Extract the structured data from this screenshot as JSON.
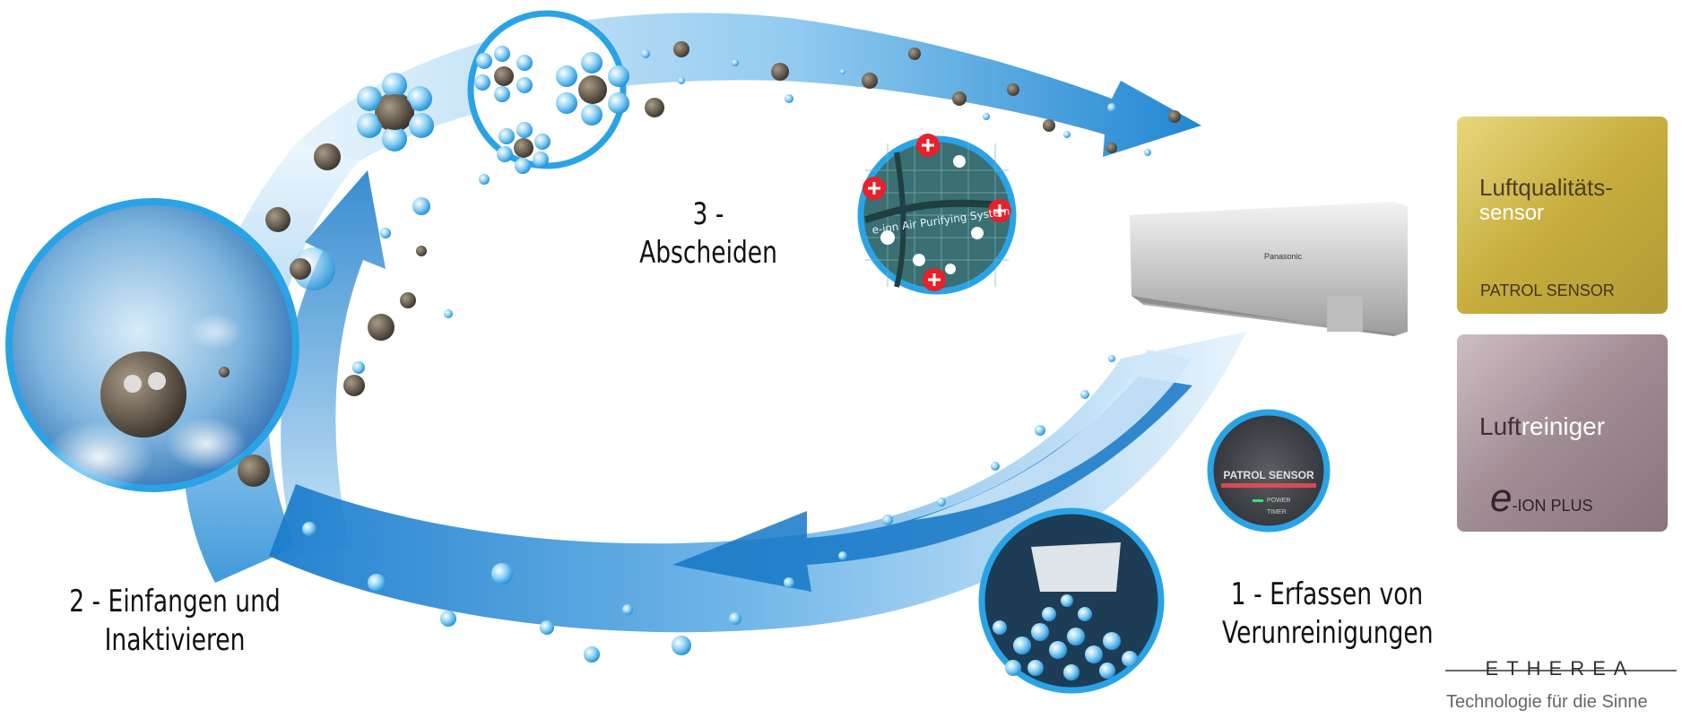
{
  "steps": {
    "step1": {
      "line1": "1 - Erfassen von",
      "line2": "Verunreinigungen"
    },
    "step2": {
      "line1": "2 - Einfangen und",
      "line2": "Inaktivieren"
    },
    "step3": {
      "label": "3 - Abscheiden"
    }
  },
  "filter_circle": {
    "text": "e-ion Air Purifying System"
  },
  "sensor_circle": {
    "title": "PATROL SENSOR",
    "power": "POWER",
    "timer": "TIMER"
  },
  "ac_unit": {
    "brand": "Panasonic"
  },
  "badges": {
    "sensor": {
      "title_line1": "Luftqualitäts-",
      "title_line2": "sensor",
      "subtitle": "PATROL SENSOR"
    },
    "purifier": {
      "title_a": "Luft",
      "title_b": "reiniger",
      "subtitle_e": "e",
      "subtitle": "-ION PLUS"
    }
  },
  "brand": {
    "logo": "ETHEREA",
    "tagline": "Technologie für die Sinne"
  },
  "colors": {
    "blue": "#1fa3e3",
    "dark_blue": "#1380c9",
    "badge_gold": "#c8b13e",
    "badge_mauve": "#9e8790"
  }
}
